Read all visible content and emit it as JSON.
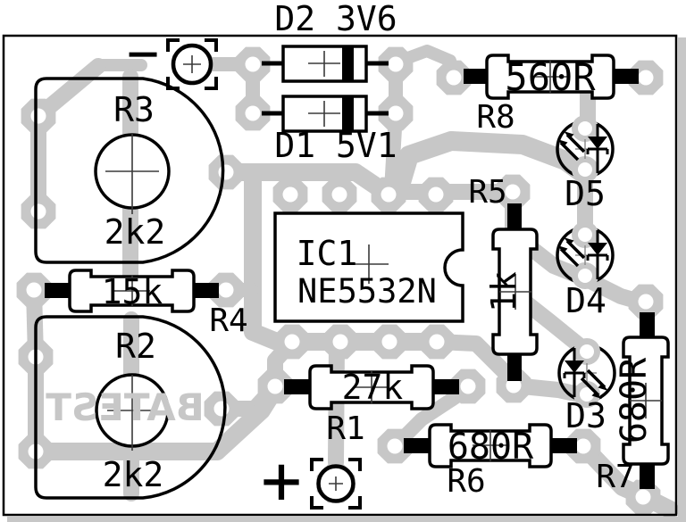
{
  "board": {
    "type": "pcb-component-layout",
    "copper_text_mirrored": "BATEST",
    "colors": {
      "copper": "#c7c7c7",
      "silkscreen": "#000000",
      "background": "#ffffff"
    }
  },
  "components": {
    "ic1": {
      "ref": "IC1",
      "part": "NE5532N"
    },
    "r1": {
      "ref": "R1",
      "value": "27k"
    },
    "r2": {
      "ref": "R2",
      "value": "2k2"
    },
    "r3": {
      "ref": "R3",
      "value": "2k2"
    },
    "r4": {
      "ref": "R4",
      "value": "15k"
    },
    "r5": {
      "ref": "R5",
      "value": "1k"
    },
    "r6": {
      "ref": "R6",
      "value": "680R"
    },
    "r7": {
      "ref": "R7",
      "value": "680R"
    },
    "r8": {
      "ref": "R8",
      "value": "560R"
    },
    "d1": {
      "label": "D1 5V1"
    },
    "d2": {
      "label": "D2 3V6"
    },
    "d3": {
      "ref": "D3"
    },
    "d4": {
      "ref": "D4"
    },
    "d5": {
      "ref": "D5"
    }
  },
  "marks": {
    "plus": "+",
    "minus": "−"
  }
}
